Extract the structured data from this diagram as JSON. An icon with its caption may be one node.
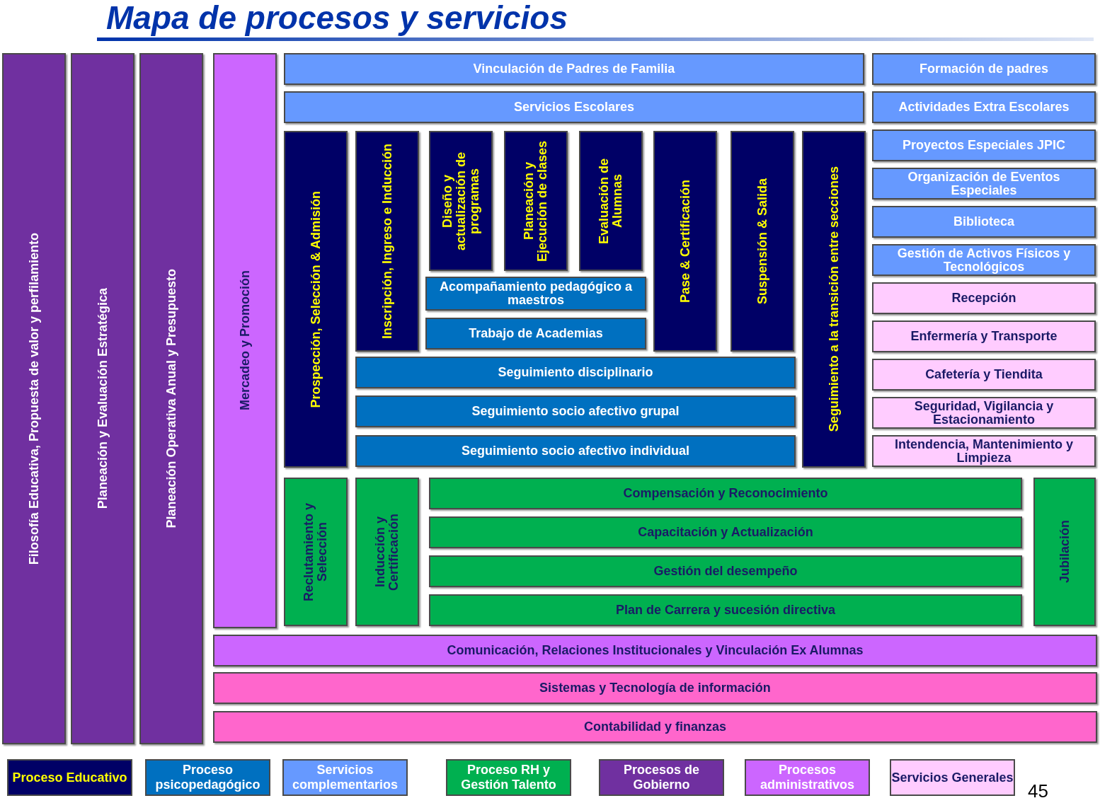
{
  "diagram": {
    "title": "Mapa de procesos y servicios",
    "nodes": [
      {
        "text": [
          "Filosofía Educativa, Propuesta de valor y perfilamiento"
        ]
      },
      {
        "text": [
          "Planeación y Evaluación Estratégica"
        ]
      },
      {
        "text": [
          "Planeación Operativa Anual y Presupuesto"
        ]
      },
      {
        "text": [
          "Mercadeo y Promoción"
        ]
      },
      {
        "text": [
          "Vinculación de Padres de Familia"
        ]
      },
      {
        "text": [
          "Formación de padres"
        ]
      },
      {
        "text": [
          "Servicios Escolares"
        ]
      },
      {
        "text": [
          "Actividades Extra Escolares"
        ]
      },
      {
        "text": [
          "Prospección, Selección & Admisión"
        ]
      },
      {
        "text": [
          "Inscripción, Ingreso e Inducción"
        ]
      },
      {
        "text": [
          "Diseño y actualización de programas"
        ]
      },
      {
        "text": [
          "Planeación y Ejecución de clases"
        ]
      },
      {
        "text": [
          "Evaluación de Alumnas"
        ]
      },
      {
        "text": [
          "Pase & Certificación"
        ]
      },
      {
        "text": [
          "Suspensión & Salida"
        ]
      },
      {
        "text": [
          "Seguimiento a la transición entre secciones"
        ]
      },
      {
        "text": [
          "Proyectos Especiales JPIC"
        ]
      },
      {
        "text": [
          "Organización de Eventos Especiales"
        ]
      },
      {
        "text": [
          "Biblioteca"
        ]
      },
      {
        "text": [
          "Gestión de Activos Físicos y Tecnológicos"
        ]
      },
      {
        "text": [
          "Acompañamiento pedagógico a maestros"
        ]
      },
      {
        "text": [
          "Recepción"
        ]
      },
      {
        "text": [
          "Trabajo de Academias"
        ]
      },
      {
        "text": [
          "Enfermería y Transporte"
        ]
      },
      {
        "text": [
          "Seguimiento disciplinario"
        ]
      },
      {
        "text": [
          "Cafetería y Tiendita"
        ]
      },
      {
        "text": [
          "Seguimiento socio afectivo grupal"
        ]
      },
      {
        "text": [
          "Seguridad, Vigilancia y Estacionamiento"
        ]
      },
      {
        "text": [
          "Seguimiento socio afectivo individual"
        ]
      },
      {
        "text": [
          "Intendencia, Mantenimiento y Limpieza"
        ]
      },
      {
        "text": [
          "Reclutamiento y Selección"
        ]
      },
      {
        "text": [
          "Inducción y Certificación"
        ]
      },
      {
        "text": [
          "Compensación y Reconocimiento"
        ]
      },
      {
        "text": [
          "Jubilación"
        ]
      },
      {
        "text": [
          "Capacitación y Actualización"
        ]
      },
      {
        "text": [
          "Gestión del desempeño"
        ]
      },
      {
        "text": [
          "Plan de Carrera y sucesión directiva"
        ]
      },
      {
        "text": [
          "Comunicación, Relaciones Institucionales y Vinculación Ex Alumnas"
        ]
      },
      {
        "text": [
          "Sistemas y Tecnología de información"
        ]
      },
      {
        "text": [
          "Contabilidad y finanzas"
        ]
      }
    ],
    "labels": [
      "45"
    ],
    "legend": [
      {
        "text": "Proceso Educativo",
        "color": "#000066"
      },
      {
        "text": "Proceso psicopedagógico",
        "color": "#0070c0"
      },
      {
        "text": "Servicios complementarios",
        "color": "#6699ff"
      },
      {
        "text": "Proceso RH y Gestión Talento",
        "color": "#00b050"
      },
      {
        "text": "Procesos de Gobierno",
        "color": "#7030a0"
      },
      {
        "text": "Procesos administrativos",
        "color": "#cc66ff"
      },
      {
        "text": "Servicios Generales",
        "color": "#ffccff"
      }
    ]
  }
}
